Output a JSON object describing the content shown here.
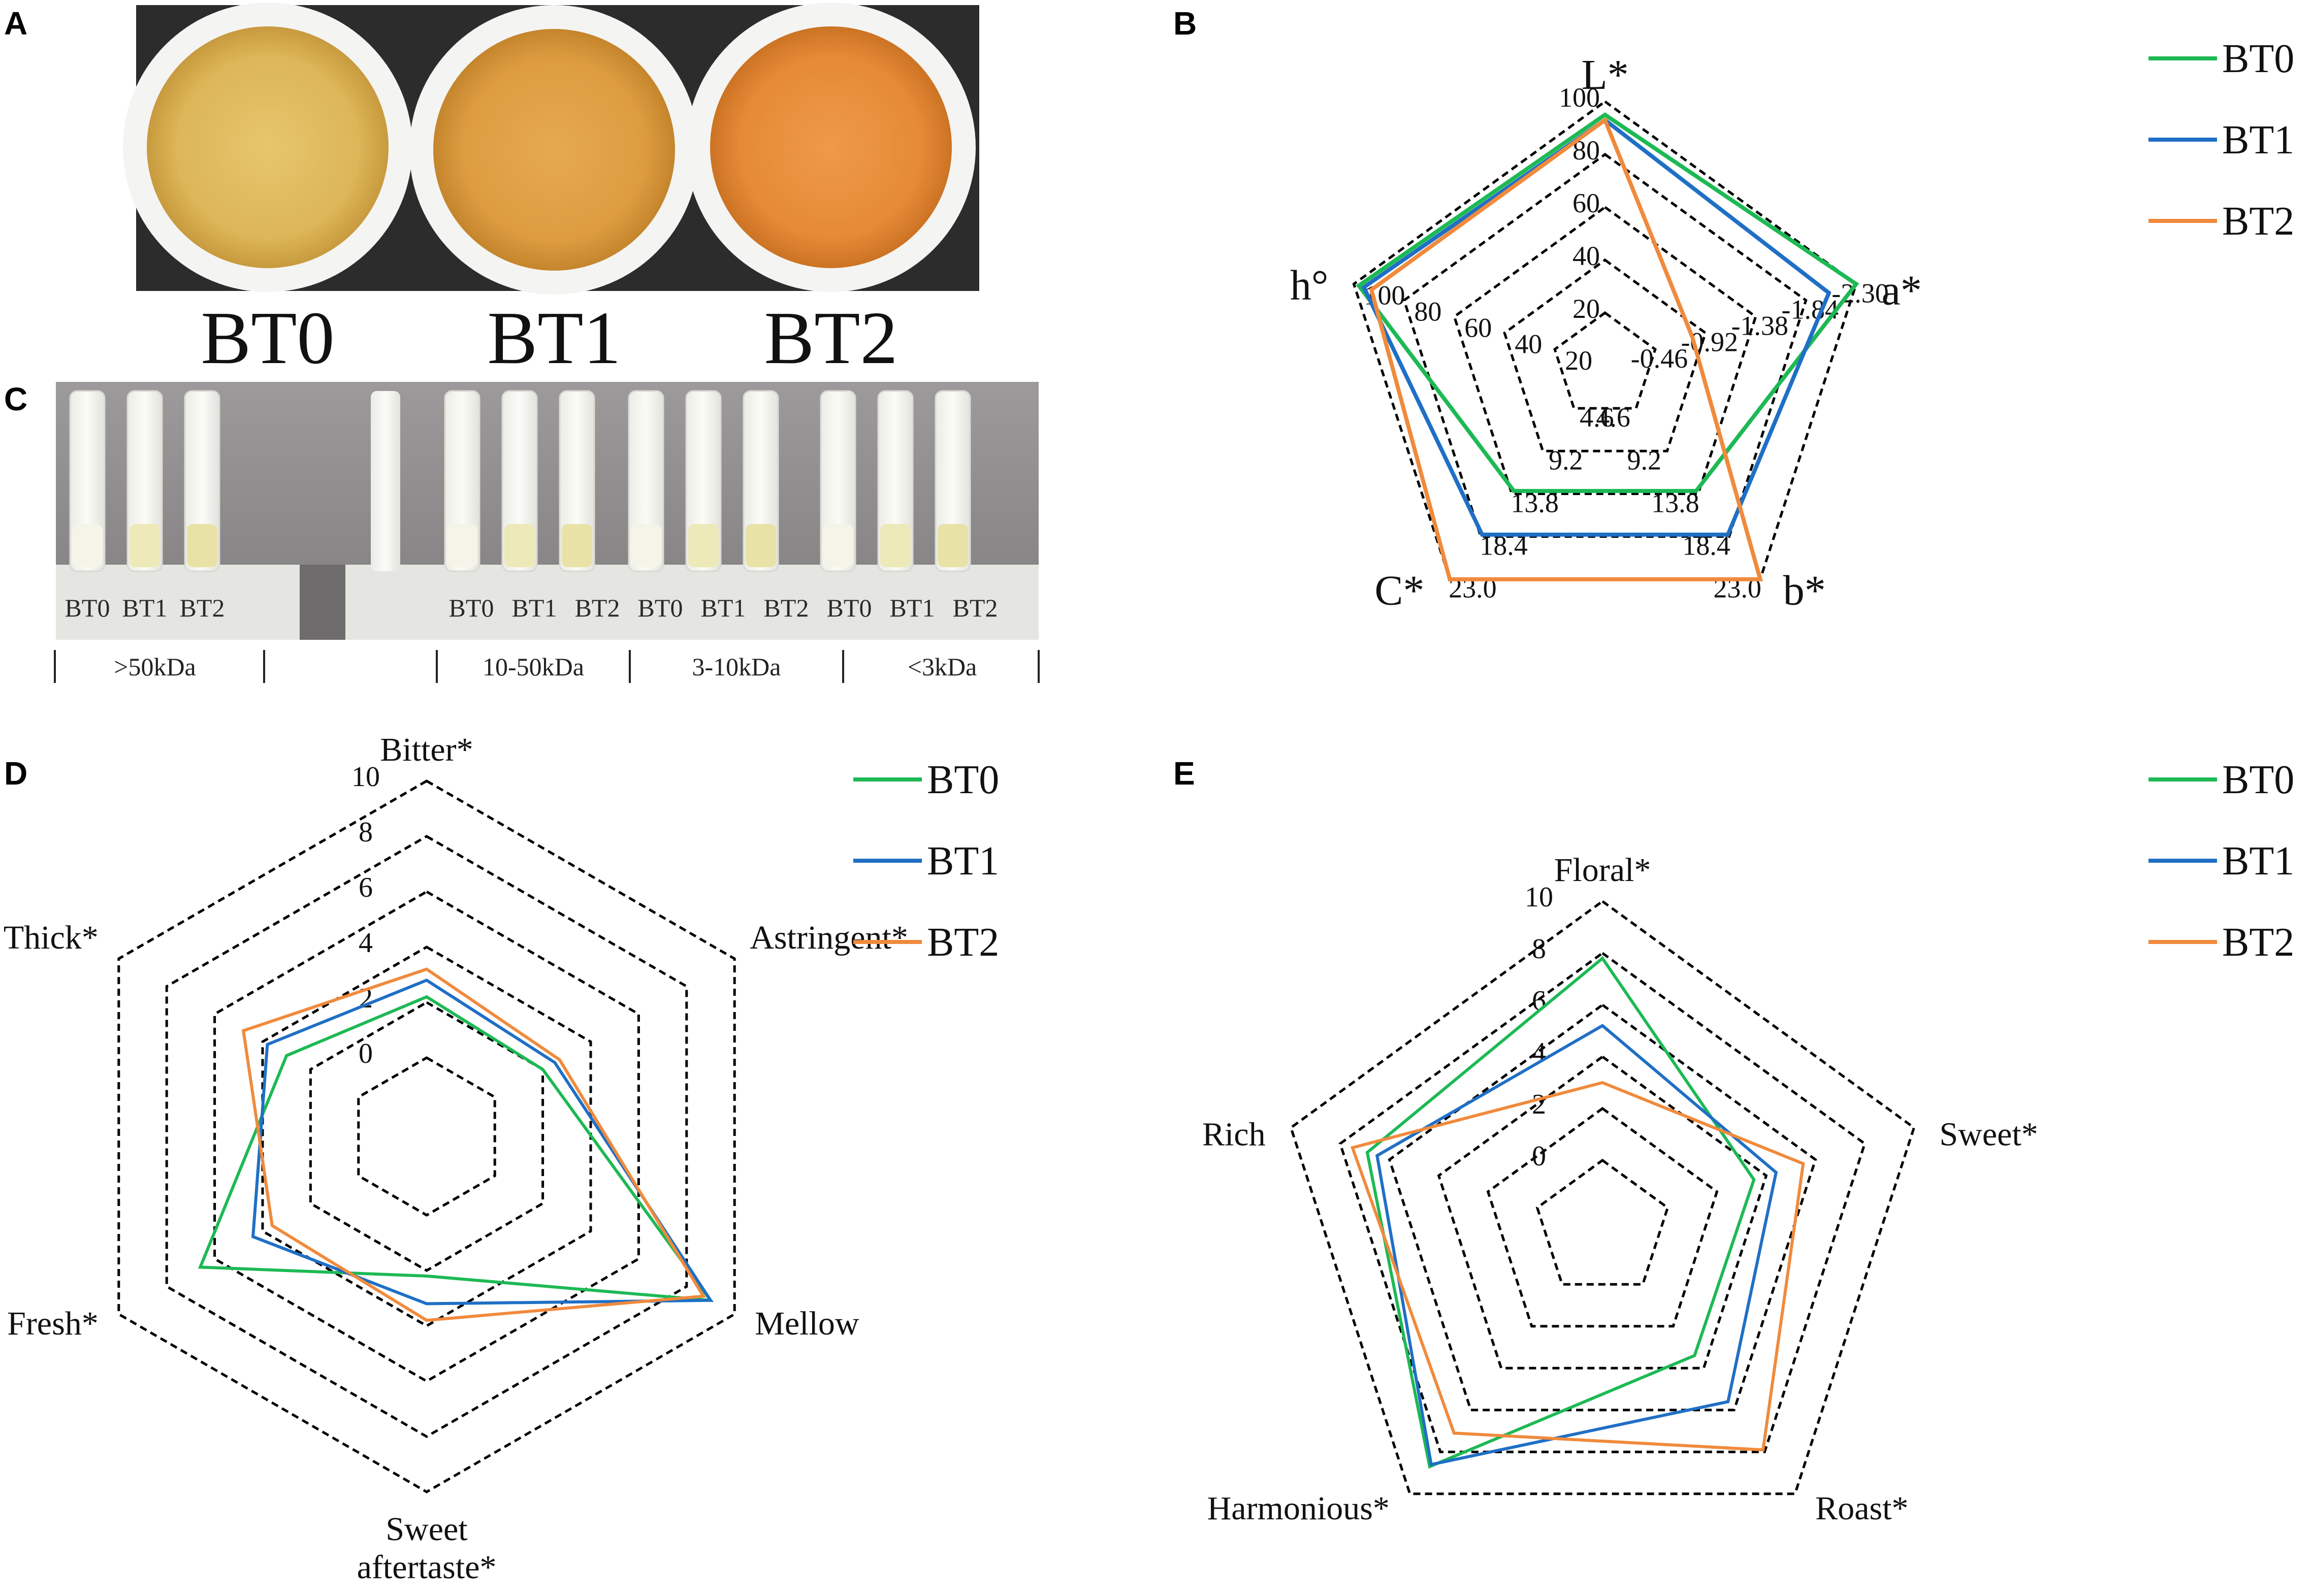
{
  "panels": {
    "A": {
      "letter": "A",
      "samples": [
        "BT0",
        "BT1",
        "BT2"
      ]
    },
    "B": {
      "letter": "B"
    },
    "C": {
      "letter": "C",
      "tube_labels": [
        "BT0",
        "BT1",
        "BT2",
        "BT0",
        "BT1",
        "BT2",
        "BT0",
        "BT1",
        "BT2",
        "BT0",
        "BT1",
        "BT2"
      ],
      "fractions": [
        ">50kDa",
        "10-50kDa",
        "3-10kDa",
        "<3kDa"
      ]
    },
    "D": {
      "letter": "D"
    },
    "E": {
      "letter": "E"
    }
  },
  "colors": {
    "BT0": "#1db954",
    "BT1": "#1f6fc5",
    "BT2": "#f08a3c"
  },
  "chart_data": [
    {
      "id": "B",
      "type": "radar",
      "axes": [
        "L*",
        "a*",
        "b*",
        "C*",
        "h°"
      ],
      "axis_ticks": {
        "L*": [
          "20",
          "40",
          "60",
          "80",
          "100"
        ],
        "a*": [
          "-0.46",
          "-0.92",
          "-1.38",
          "-1.84",
          "-2.30"
        ],
        "b*": [
          "4.6",
          "9.2",
          "13.8",
          "18.4",
          "23.0"
        ],
        "C*": [
          "4.6",
          "9.2",
          "13.8",
          "18.4",
          "23.0"
        ],
        "h°": [
          "20",
          "40",
          "60",
          "80",
          "100"
        ]
      },
      "axis_max": {
        "L*": 100,
        "a*": -2.3,
        "b*": 23.0,
        "C*": 23.0,
        "h°": 100
      },
      "series": [
        {
          "name": "BT0",
          "values": [
            95,
            -2.3,
            13.5,
            13.5,
            98
          ]
        },
        {
          "name": "BT1",
          "values": [
            93,
            -2.05,
            18.2,
            18.2,
            96
          ]
        },
        {
          "name": "BT2",
          "values": [
            93,
            -0.8,
            23.0,
            23.0,
            93
          ]
        }
      ],
      "legend": [
        "BT0",
        "BT1",
        "BT2"
      ],
      "legend_position": "top-right",
      "grid": true
    },
    {
      "id": "D",
      "type": "radar",
      "axes": [
        "Bitter*",
        "Astringent*",
        "Mellow",
        "Sweet aftertaste*",
        "Fresh*",
        "Thick*"
      ],
      "tick_labels": [
        "0",
        "2",
        "4",
        "6",
        "8",
        "10"
      ],
      "rmin": 0,
      "rmax": 10,
      "series": [
        {
          "name": "BT0",
          "values": [
            2.2,
            2.0,
            9.0,
            2.2,
            6.6,
            3.0
          ]
        },
        {
          "name": "BT1",
          "values": [
            2.8,
            2.5,
            9.0,
            3.2,
            4.4,
            3.8
          ]
        },
        {
          "name": "BT2",
          "values": [
            3.2,
            2.7,
            8.7,
            3.8,
            3.6,
            4.8
          ]
        }
      ],
      "legend": [
        "BT0",
        "BT1",
        "BT2"
      ],
      "legend_position": "top-right",
      "grid": true
    },
    {
      "id": "E",
      "type": "radar",
      "axes": [
        "Floral*",
        "Sweet*",
        "Roast*",
        "Harmonious*",
        "Rich"
      ],
      "tick_labels": [
        "0",
        "2",
        "4",
        "6",
        "8",
        "10"
      ],
      "rmin": 0,
      "rmax": 10,
      "series": [
        {
          "name": "BT0",
          "values": [
            7.8,
            3.5,
            3.4,
            8.7,
            6.9
          ]
        },
        {
          "name": "BT1",
          "values": [
            5.2,
            4.4,
            5.6,
            8.6,
            6.5
          ]
        },
        {
          "name": "BT2",
          "values": [
            3.0,
            5.5,
            7.9,
            7.1,
            7.5
          ]
        }
      ],
      "legend": [
        "BT0",
        "BT1",
        "BT2"
      ],
      "legend_position": "top-right",
      "grid": true
    }
  ]
}
